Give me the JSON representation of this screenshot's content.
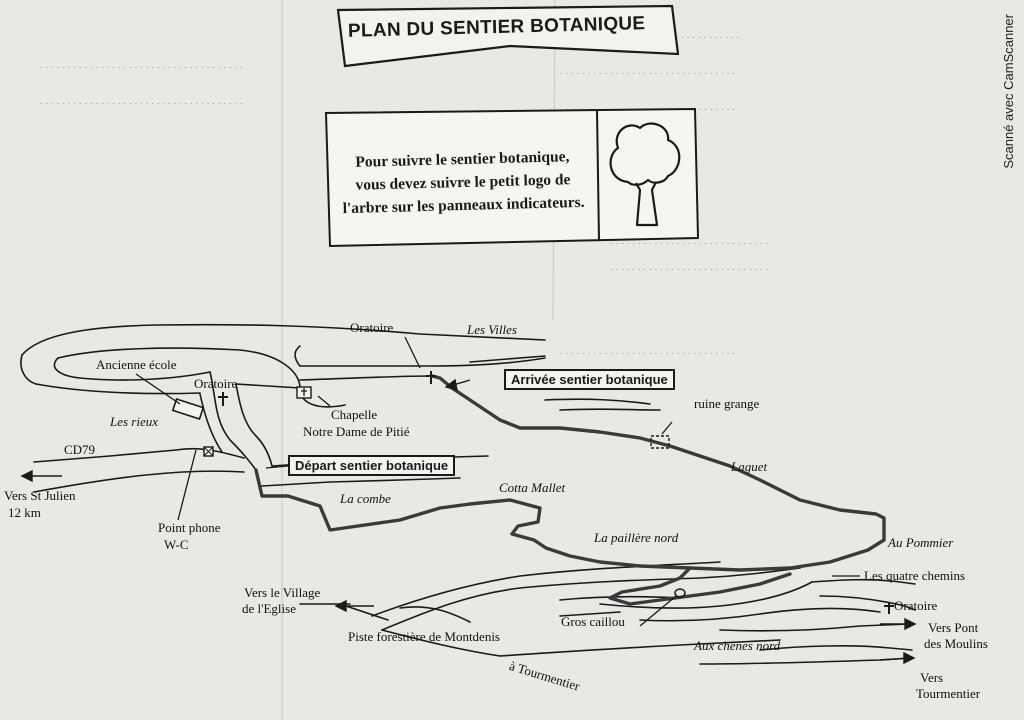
{
  "title": "PLAN DU SENTIER BOTANIQUE",
  "instruction": {
    "lines": [
      "Pour suivre le sentier botanique,",
      "vous devez suivre le petit logo de",
      "l'arbre sur les panneaux indicateurs."
    ]
  },
  "scanner_watermark": "Scanné avec CamScanner",
  "labels": {
    "ancienne_ecole": "Ancienne école",
    "oratoire_1": "Oratoire",
    "oratoire_2": "Oratoire",
    "oratoire_3": "Oratoire",
    "les_villes": "Les Villes",
    "arrivee": "Arrivée sentier botanique",
    "chapelle": "Chapelle",
    "notre_dame": "Notre Dame de Pitié",
    "les_rieux": "Les rieux",
    "cd79": "CD79",
    "depart": "Départ sentier botanique",
    "vers_st_julien": "Vers St Julien",
    "km": "12 km",
    "point_phone": "Point phone",
    "wc": "W-C",
    "ruine_grange": "ruine grange",
    "laguet": "Laguet",
    "la_combe": "La combe",
    "cotta_mallet": "Cotta Mallet",
    "la_paillere_nord": "La paillère nord",
    "au_pommier": "Au Pommier",
    "les_quatre_chemins": "Les quatre chemins",
    "vers_le_village": "Vers le Village",
    "de_l_eglise": "de l'Eglise",
    "gros_caillou": "Gros caillou",
    "piste": "Piste forestière de Montdenis",
    "a_tourmentier": "à Tourmentier",
    "aux_chenes_nord": "Aux chênes nord",
    "vers_pont": "Vers Pont",
    "des_moulins": "des Moulins",
    "vers": "Vers",
    "tourmentier": "Tourmentier"
  },
  "icons": {
    "tree": "tree-logo-icon",
    "cross": "cross-icon",
    "phone": "phone-booth-icon",
    "chapel": "chapel-icon",
    "arrow": "direction-arrow-icon"
  },
  "colors": {
    "trail": "#3a3a3a",
    "road": "#1a1a1a",
    "paper": "#e9e8e4"
  }
}
